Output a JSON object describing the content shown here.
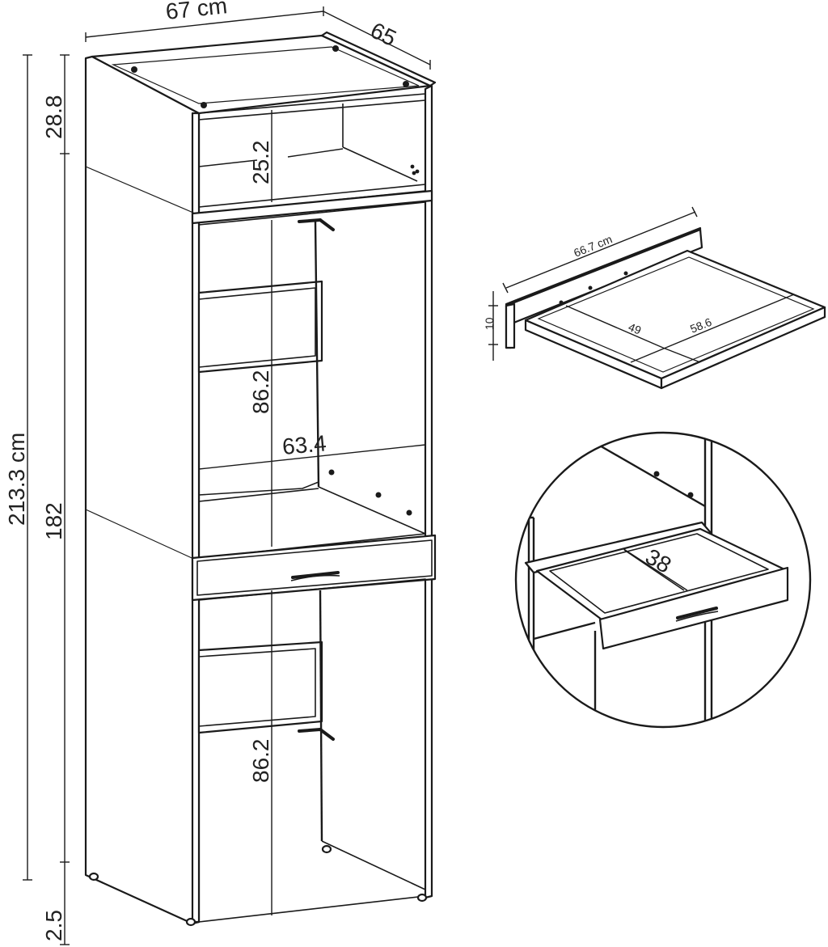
{
  "colors": {
    "line": "#1a1a1a",
    "background": "#ffffff"
  },
  "main_view": {
    "width_label": "67 cm",
    "depth_label": "65",
    "total_height_label": "213.3 cm",
    "top_section_label": "28.8",
    "middle_height_label": "182",
    "foot_label": "2.5",
    "top_niche_label": "25.2",
    "upper_opening_label": "86.2",
    "inner_width_label": "63.4",
    "lower_opening_label": "86.2"
  },
  "shelf_detail": {
    "width_label": "66.7 cm",
    "height_label": "10",
    "inner_depth_label": "49",
    "inner_width_label": "58.6"
  },
  "drawer_detail": {
    "depth_label": "38"
  }
}
